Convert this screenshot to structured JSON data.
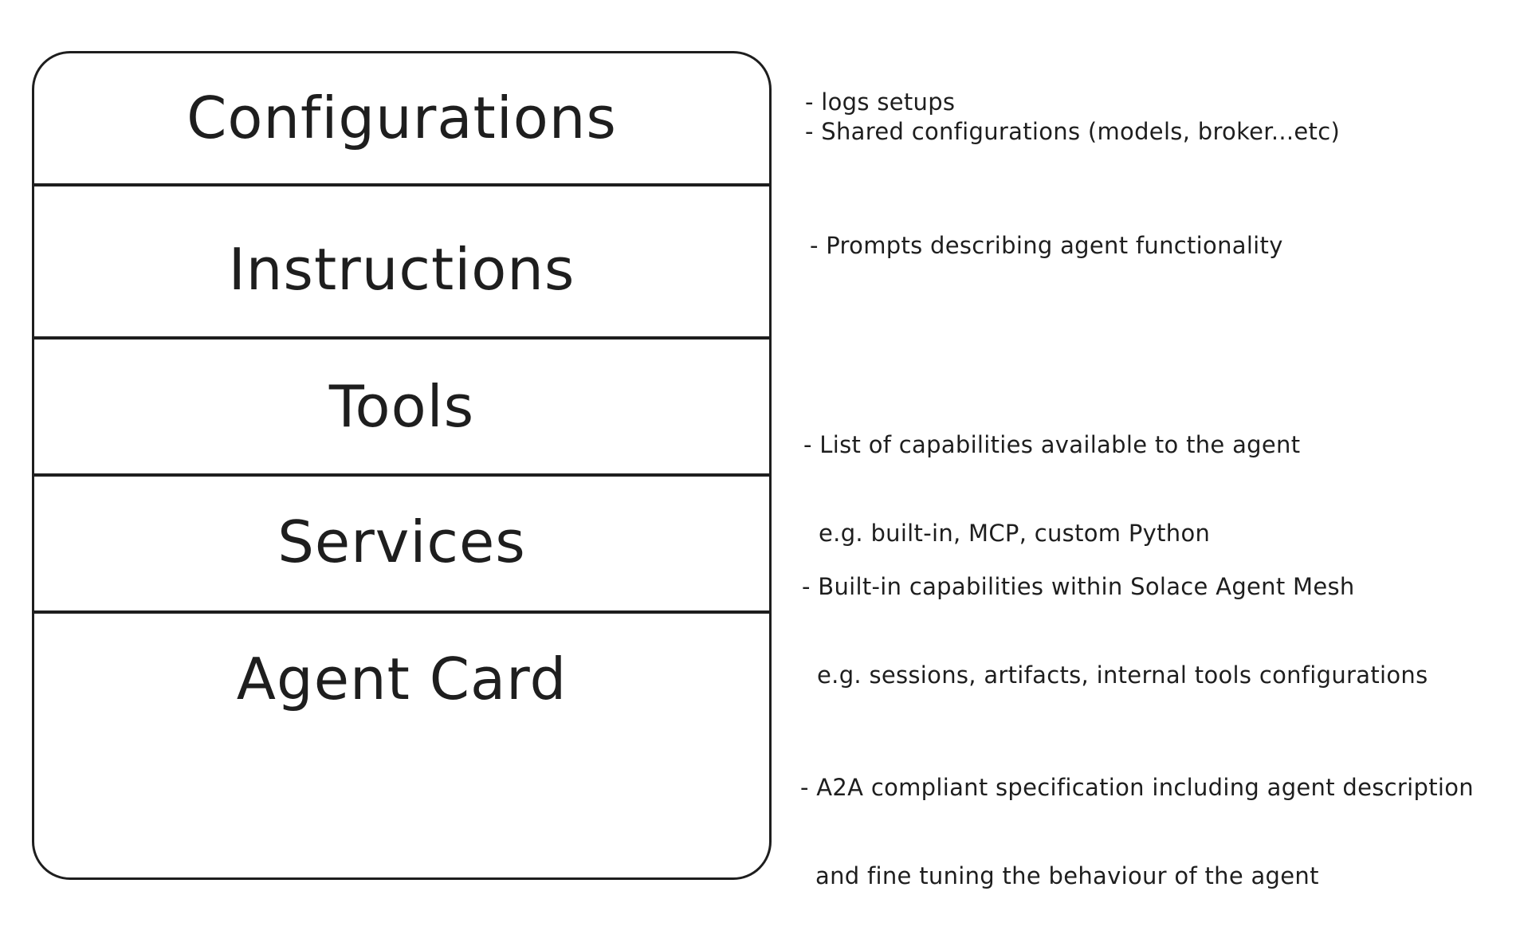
{
  "layers": [
    {
      "title": "Configurations",
      "notes": [
        "- logs setups",
        "- Shared configurations (models, broker...etc)"
      ]
    },
    {
      "title": "Instructions",
      "notes": [
        "- Prompts describing agent functionality"
      ]
    },
    {
      "title": "Tools",
      "notes": [
        "- List of capabilities available to the agent",
        "  e.g. built-in, MCP, custom Python"
      ]
    },
    {
      "title": "Services",
      "notes": [
        "- Built-in capabilities within Solace Agent Mesh",
        "  e.g. sessions, artifacts, internal tools configurations"
      ]
    },
    {
      "title": "Agent Card",
      "notes": [
        "- A2A compliant specification including agent description",
        "  and fine tuning the behaviour of the agent"
      ]
    }
  ]
}
